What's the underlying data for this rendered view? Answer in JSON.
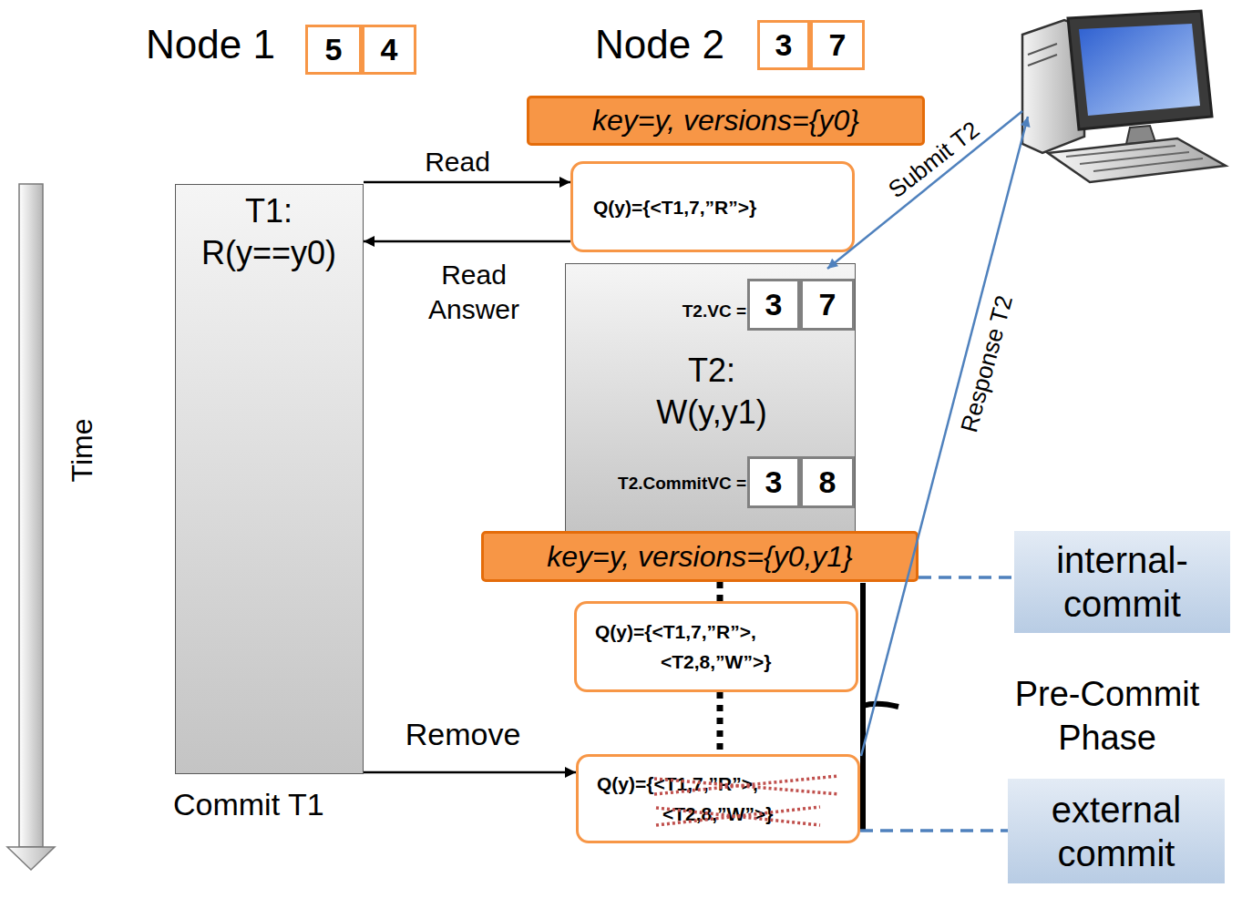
{
  "diagram": {
    "nodes": [
      {
        "text": [
          "5"
        ]
      },
      {
        "text": [
          "4"
        ]
      },
      {
        "text": [
          "3"
        ]
      },
      {
        "text": [
          "7"
        ]
      },
      {
        "text": [
          "key=y, versions={y0}"
        ]
      },
      {
        "text": [
          "T1: R(y==y0)"
        ]
      },
      {
        "text": [
          "Q(y)={<T1,7,”R”>}"
        ]
      },
      {
        "text": [
          "T2.VC =",
          "T2: W(y,y1)",
          "T2.CommitVC ="
        ]
      },
      {
        "text": [
          "3"
        ],
        "in": 7
      },
      {
        "text": [
          "7"
        ],
        "in": 7
      },
      {
        "text": [
          "3"
        ],
        "in": 7
      },
      {
        "text": [
          "8"
        ],
        "in": 7
      },
      {
        "text": [
          "key=y, versions={y0,y1}"
        ]
      },
      {
        "text": [
          "Q(y)={<T1,7,”R”>, <T2,8,”W”>}"
        ]
      },
      {
        "text": [
          "Q(y)={<T1,7,”R”>, <T2,8,”W”>}"
        ]
      },
      {
        "text": [
          "internal-commit"
        ]
      },
      {
        "text": [
          "external commit"
        ]
      }
    ],
    "edges": [
      {
        "from": 5,
        "to": 6,
        "arrow": "to",
        "label": "Read"
      },
      {
        "from": 6,
        "to": 5,
        "arrow": "to",
        "label": "Read Answer"
      },
      {
        "from": 5,
        "to": 14,
        "arrow": "to",
        "label": "Remove"
      },
      {
        "from": 12,
        "to": 15,
        "arrow": "none"
      },
      {
        "from": 14,
        "to": 16,
        "arrow": "none"
      },
      {
        "from": 12,
        "to": 13,
        "arrow": "none"
      },
      {
        "from": 13,
        "to": 14,
        "arrow": "none"
      }
    ],
    "labels": [
      "Node 1",
      "Node 2",
      "Commit T1",
      "Time",
      "Submit T2",
      "Response T2",
      "Pre-Commit Phase"
    ]
  }
}
